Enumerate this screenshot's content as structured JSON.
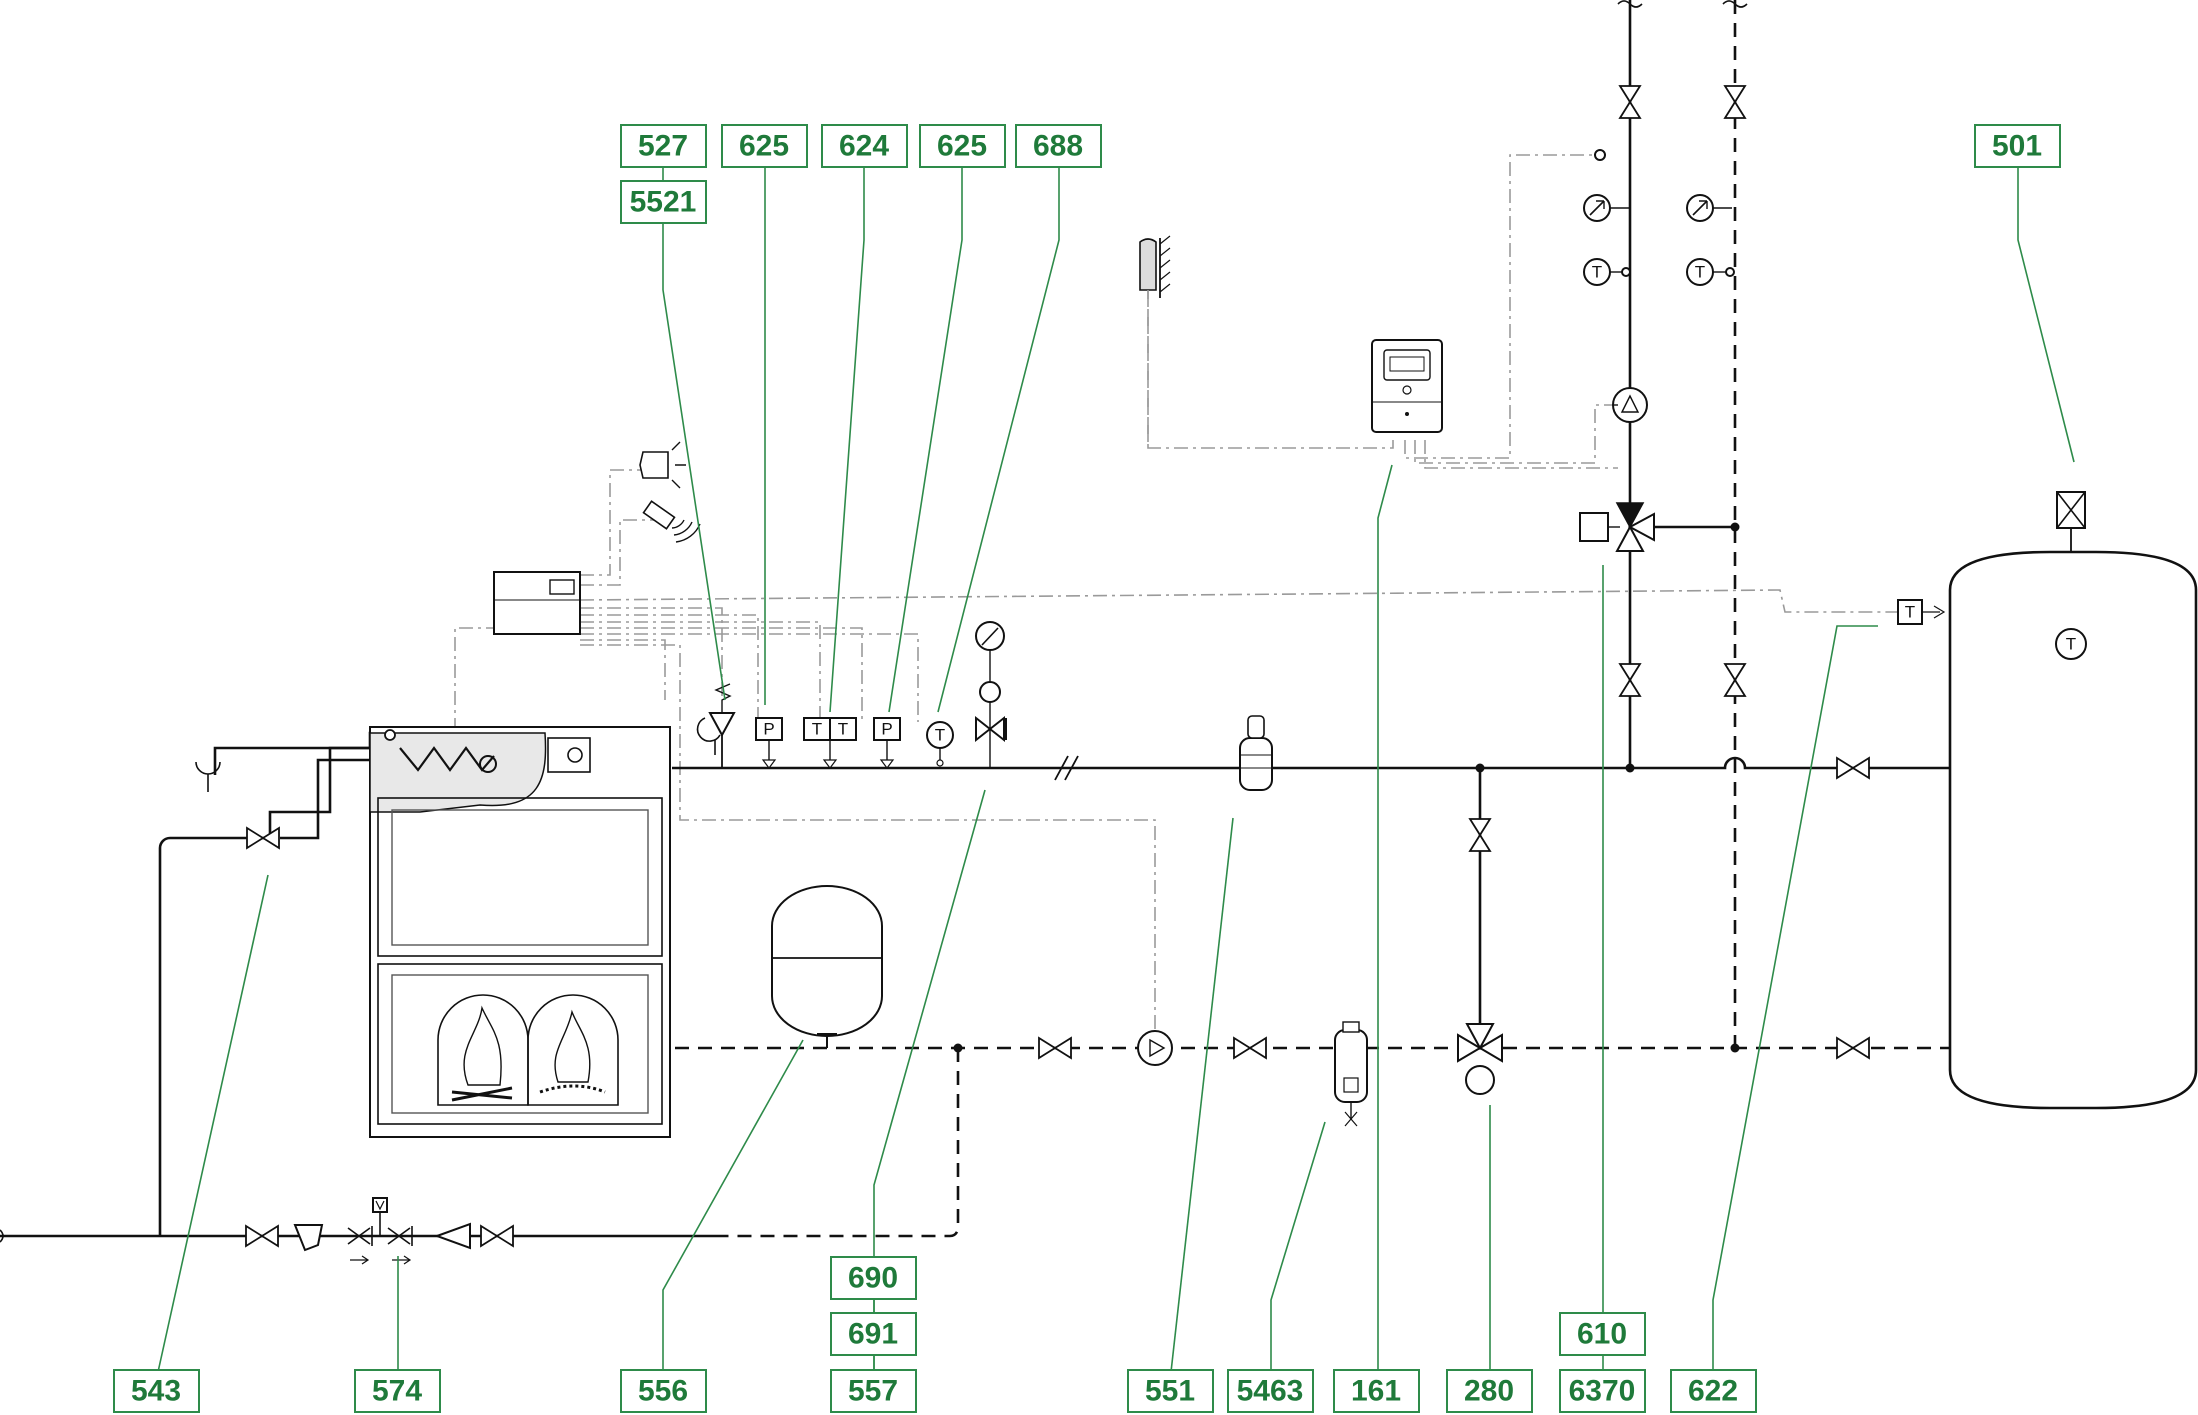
{
  "colors": {
    "label_text": "#1f7a3a",
    "label_border": "#2e8b4a",
    "pipe": "#111111",
    "control_line": "#9a9a9a"
  },
  "labels": {
    "l527": "527",
    "l5521": "5521",
    "l625a": "625",
    "l624": "624",
    "l625b": "625",
    "l688": "688",
    "l501": "501",
    "l543": "543",
    "l574": "574",
    "l556": "556",
    "l690": "690",
    "l691": "691",
    "l557": "557",
    "l551": "551",
    "l5463": "5463",
    "l161": "161",
    "l280": "280",
    "l610": "610",
    "l6370": "6370",
    "l622": "622"
  },
  "sensor_letters": {
    "pressure": "P",
    "temperature": "T"
  }
}
